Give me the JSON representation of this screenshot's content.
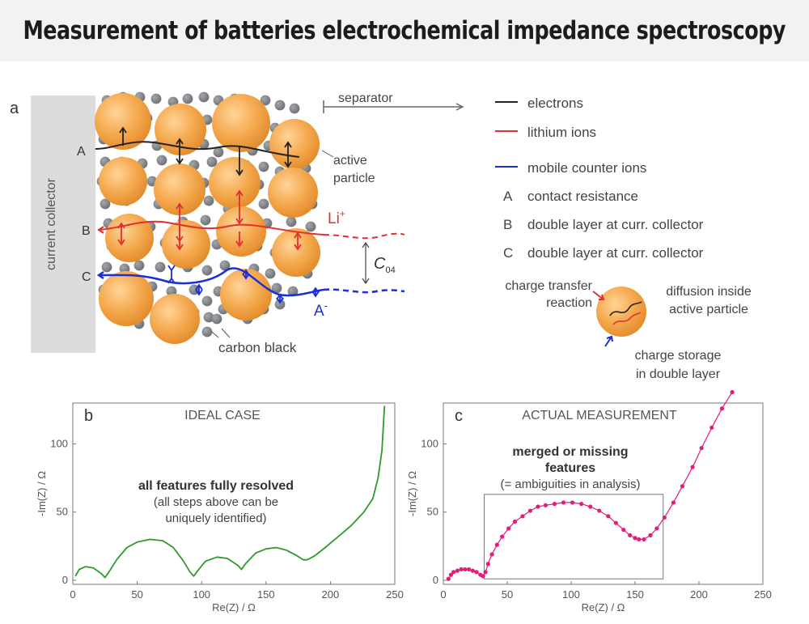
{
  "page_title": "Measurement of batteries electrochemical impedance spectroscopy",
  "panel_a": {
    "panel_label": "a",
    "current_collector_label": "current collector",
    "separator_label": "separator",
    "active_particle_label": [
      "active",
      "particle"
    ],
    "carbon_black_label": "carbon black",
    "li_label": "Li",
    "li_sup": "+",
    "anion_label": "A",
    "anion_sup": "-",
    "c_label": "C",
    "c_sub": "04",
    "row_markers": [
      "A",
      "B",
      "C"
    ],
    "legend": [
      {
        "key": "line",
        "color": "#222222",
        "text": "electrons"
      },
      {
        "key": "line",
        "color": "#e03030",
        "text": "lithium ions"
      },
      {
        "key": "line",
        "color": "#1a2fd8",
        "text": "mobile counter ions"
      },
      {
        "key": "A",
        "text": "contact resistance"
      },
      {
        "key": "B",
        "text": "double layer at curr. collector"
      },
      {
        "key": "C",
        "text": "double layer at curr. collector"
      }
    ],
    "inset": {
      "charge_transfer": [
        "charge transfer",
        "reaction"
      ],
      "diffusion": [
        "diffusion inside",
        "active particle"
      ],
      "storage": [
        "charge storage",
        "in double layer"
      ]
    },
    "colors": {
      "particle": "#f5a94e",
      "carbon": "#6b6f74",
      "collector": "#dcdcdc",
      "electron": "#222222",
      "lithium": "#e03030",
      "counter_ion": "#1a2fd8"
    }
  },
  "chart_data": [
    {
      "type": "line",
      "panel_label": "b",
      "title": "IDEAL CASE",
      "xlabel": "Re(Z) / Ω",
      "ylabel": "-Im(Z) / Ω",
      "xlim": [
        0,
        250
      ],
      "ylim": [
        -3,
        130
      ],
      "xticks": [
        0,
        50,
        100,
        150,
        200,
        250
      ],
      "yticks": [
        0,
        50,
        100
      ],
      "annotation_bold": "all features fully resolved",
      "annotation": [
        "(all steps above can be",
        "uniquely identified)"
      ],
      "line_color": "#2e9a2e",
      "series": [
        {
          "x": [
            2,
            5,
            10,
            16,
            22,
            25,
            28,
            34,
            42,
            50,
            60,
            70,
            78,
            86,
            91,
            94,
            97,
            103,
            112,
            120,
            128,
            131,
            134,
            142,
            150,
            158,
            166,
            174,
            179,
            182,
            188,
            196,
            206,
            216,
            226,
            233,
            237,
            240,
            242
          ],
          "y": [
            3,
            8,
            10,
            9,
            5,
            2,
            6,
            15,
            24,
            28,
            30,
            29,
            24,
            14,
            6,
            3,
            7,
            14,
            17,
            16,
            11,
            8,
            12,
            20,
            23,
            24,
            22,
            18,
            15,
            15,
            18,
            24,
            32,
            40,
            50,
            60,
            75,
            95,
            128
          ]
        }
      ]
    },
    {
      "type": "scatter",
      "panel_label": "c",
      "title": "ACTUAL MEASUREMENT",
      "xlabel": "Re(Z) / Ω",
      "ylabel": "-Im(Z) / Ω",
      "xlim": [
        0,
        250
      ],
      "ylim": [
        -3,
        130
      ],
      "xticks": [
        0,
        50,
        100,
        150,
        200,
        250
      ],
      "yticks": [
        0,
        50,
        100
      ],
      "annotation_bold": [
        "merged or missing",
        "features"
      ],
      "annotation": [
        "(= ambiguities in analysis)"
      ],
      "line_color": "#e21d7a",
      "box": {
        "x": [
          32,
          172
        ],
        "y": [
          1,
          63
        ]
      },
      "series": [
        {
          "x": [
            4,
            6,
            8,
            11,
            14,
            17,
            20,
            23,
            26,
            29,
            31,
            33,
            35,
            38,
            42,
            46,
            51,
            56,
            62,
            68,
            74,
            80,
            87,
            94,
            101,
            108,
            115,
            122,
            129,
            135,
            141,
            146,
            150,
            153,
            157,
            162,
            167,
            173,
            180,
            187,
            195,
            202,
            210,
            218,
            226
          ],
          "y": [
            1,
            4,
            6,
            7,
            8,
            8,
            8,
            7,
            6,
            4,
            3,
            6,
            12,
            19,
            26,
            32,
            38,
            43,
            47,
            51,
            54,
            55,
            56,
            57,
            57,
            56,
            54,
            51,
            47,
            42,
            37,
            33,
            31,
            30,
            30,
            33,
            38,
            46,
            57,
            69,
            83,
            97,
            112,
            126,
            138
          ]
        }
      ]
    }
  ]
}
